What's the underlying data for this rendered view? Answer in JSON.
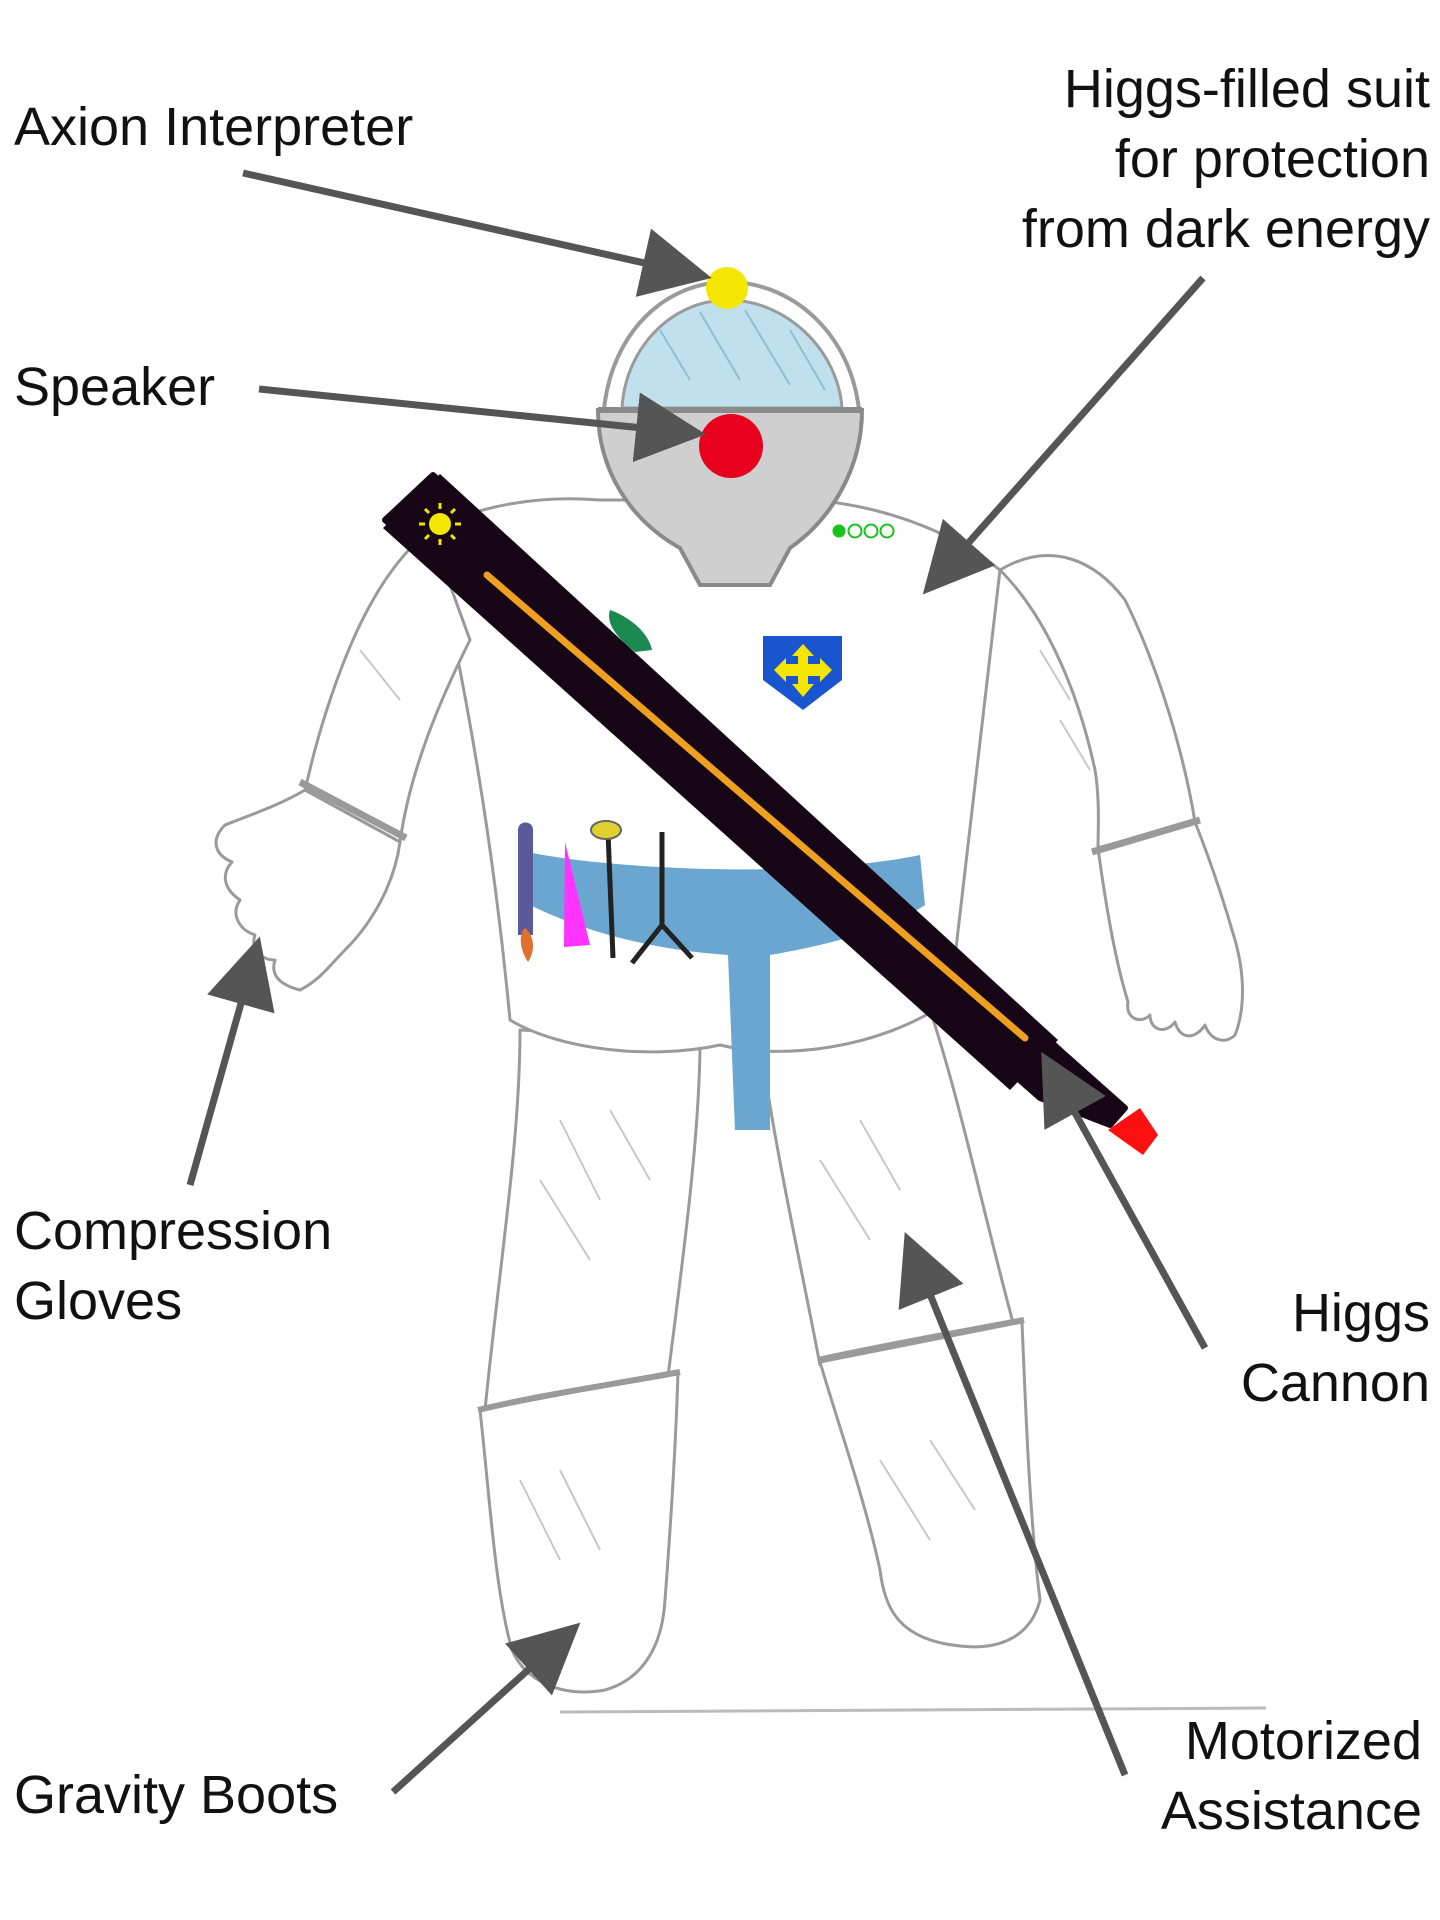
{
  "labels": {
    "axion": "Axion Interpreter",
    "speaker": "Speaker",
    "suit": [
      "Higgs-filled suit",
      "for protection",
      "from dark energy"
    ],
    "gloves": [
      "Compression",
      "Gloves"
    ],
    "cannon": [
      "Higgs",
      "Cannon"
    ],
    "motor": [
      "Motorized",
      "Assistance"
    ],
    "boots": "Gravity Boots"
  },
  "colors": {
    "arrow": "#555555",
    "pencil": "#9a9a9a",
    "visor": "#bfe0ec",
    "helmet_shade": "#cfcfcf",
    "axion_dot": "#f5e600",
    "speaker_dot": "#e8001c",
    "belt": "#6aa6cf",
    "cannon_body": "#160616",
    "cannon_stripe": "#f0a020",
    "cannon_tip": "#ff1010",
    "badge_fill": "#1a55d0",
    "badge_cross": "#f5e600",
    "indicator": "#19c219",
    "tool_purple": "#5a5a9a",
    "tool_magenta": "#ff33ff",
    "tool_orange": "#e07030"
  }
}
